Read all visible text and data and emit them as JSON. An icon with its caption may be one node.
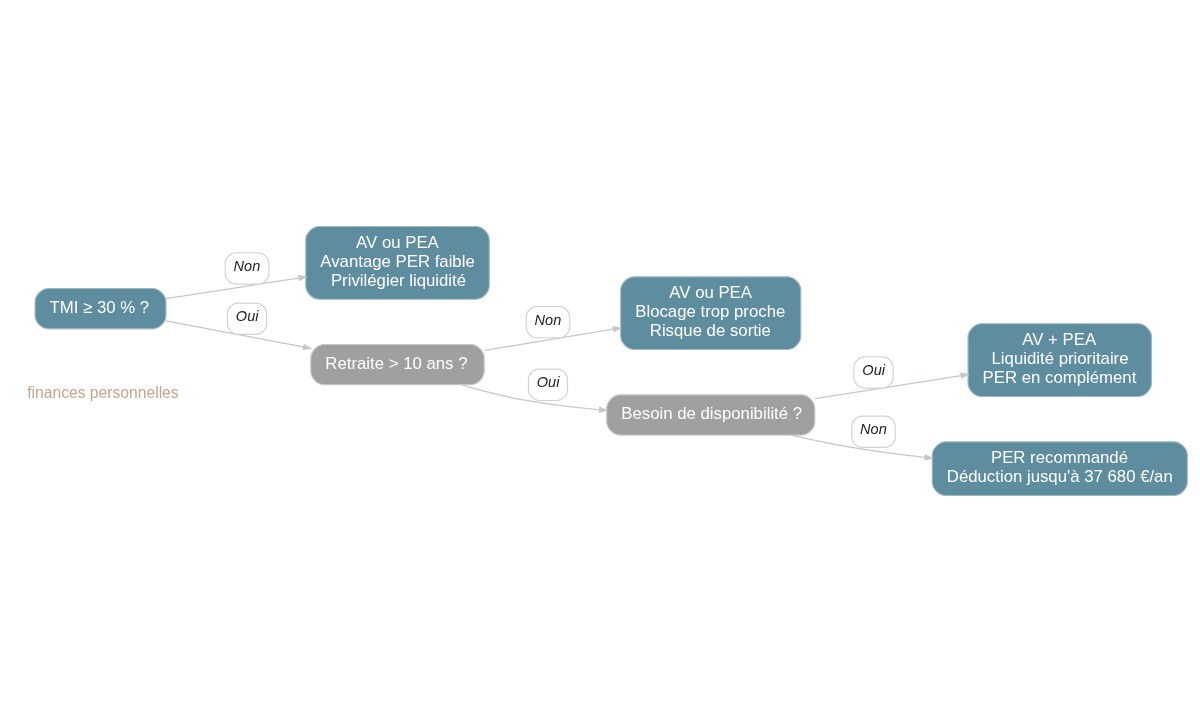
{
  "diagram": {
    "nodes": [
      {
        "text": [
          "TMI ≥ 30 % ?"
        ]
      },
      {
        "text": [
          "AV ou PEA",
          "Avantage PER faible",
          "Privilégier liquidité"
        ]
      },
      {
        "text": [
          "Retraite > 10 ans ?"
        ]
      },
      {
        "text": [
          "AV ou PEA",
          "Blocage trop proche",
          "Risque de sortie"
        ]
      },
      {
        "text": [
          "Besoin de disponibilité ?"
        ]
      },
      {
        "text": [
          "AV + PEA",
          "Liquidité prioritaire",
          "PER en complément"
        ]
      },
      {
        "text": [
          "PER recommandé",
          "Déduction jusqu'à 37 680 €/an"
        ]
      }
    ],
    "edges": [
      {
        "from": 0,
        "to": 1,
        "label": "Non",
        "arrow": "to"
      },
      {
        "from": 0,
        "to": 2,
        "label": "Oui",
        "arrow": "to"
      },
      {
        "from": 2,
        "to": 3,
        "label": "Non",
        "arrow": "to"
      },
      {
        "from": 2,
        "to": 4,
        "label": "Oui",
        "arrow": "to"
      },
      {
        "from": 4,
        "to": 5,
        "label": "Oui",
        "arrow": "to"
      },
      {
        "from": 4,
        "to": 6,
        "label": "Non",
        "arrow": "to"
      }
    ],
    "labels": [
      "finances personnelles"
    ]
  }
}
